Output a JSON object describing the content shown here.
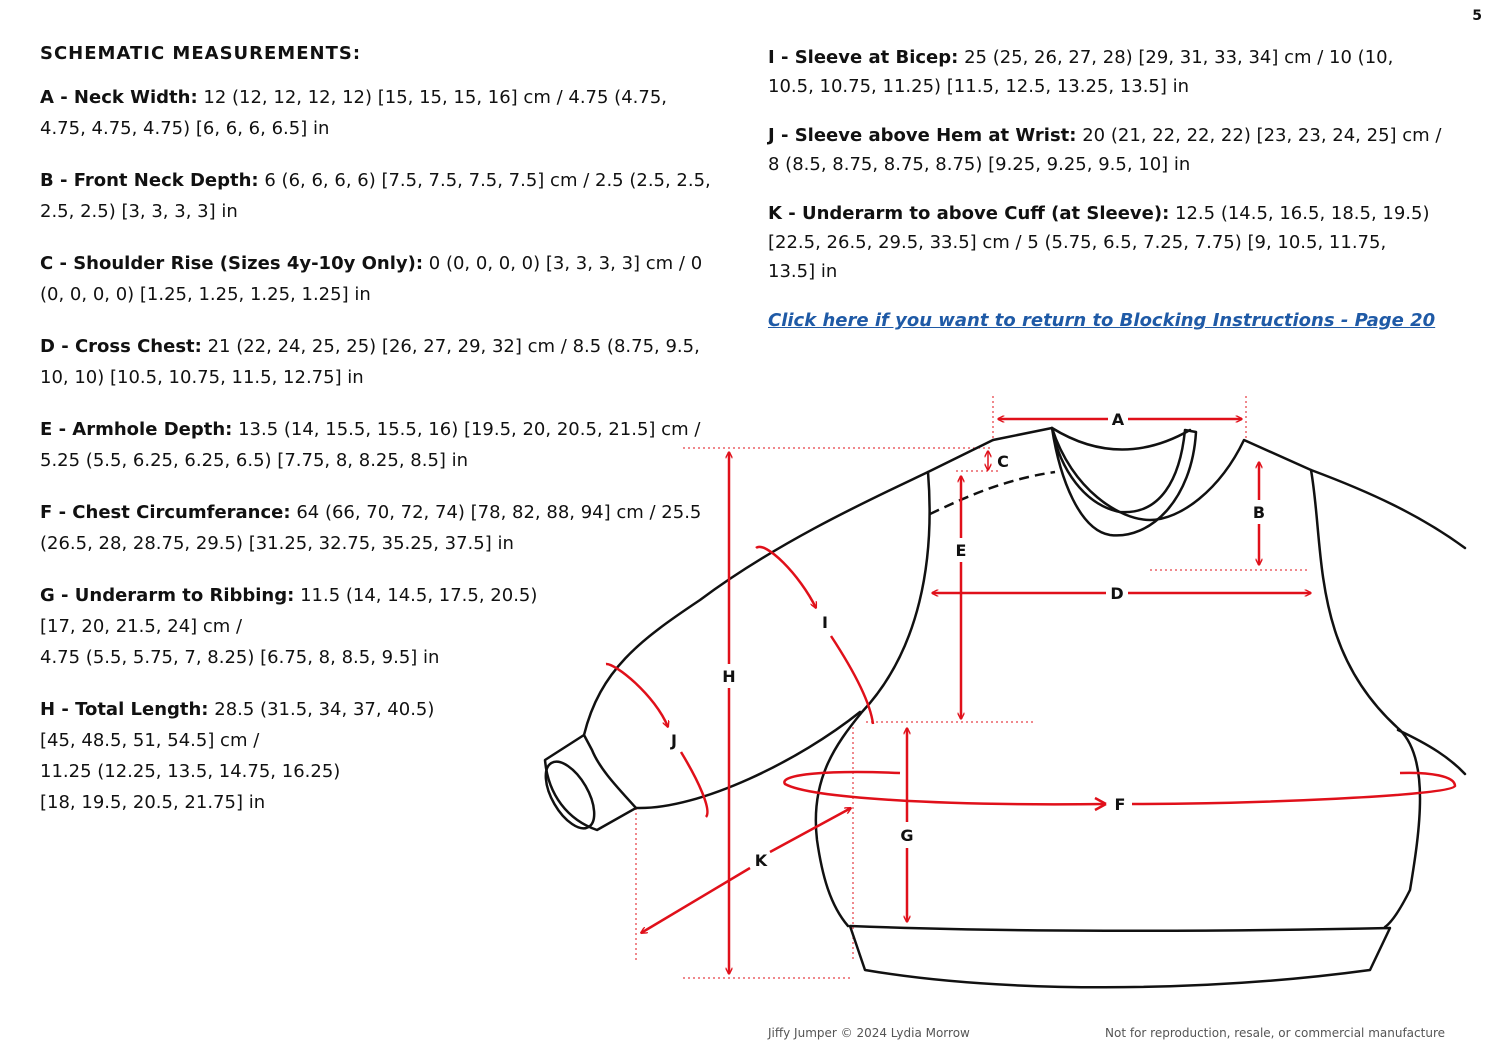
{
  "page_number": "5",
  "heading": "SCHEMATIC MEASUREMENTS:",
  "left_entries": [
    {
      "label": "A - Neck Width:",
      "lines": [
        "12 (12, 12, 12, 12) [15, 15, 15, 16] cm / 4.75 (4.75,",
        "4.75, 4.75, 4.75) [6, 6, 6, 6.5] in"
      ]
    },
    {
      "label": "B - Front Neck Depth:",
      "lines": [
        "6 (6, 6, 6, 6) [7.5, 7.5, 7.5, 7.5] cm / 2.5 (2.5, 2.5,",
        "2.5, 2.5) [3, 3, 3, 3] in"
      ]
    },
    {
      "label": "C - Shoulder Rise (Sizes 4y-10y Only):",
      "lines": [
        "0 (0, 0, 0, 0) [3, 3, 3, 3] cm / 0",
        "(0, 0, 0, 0) [1.25, 1.25, 1.25, 1.25] in"
      ]
    },
    {
      "label": "D - Cross Chest:",
      "lines": [
        "21 (22, 24, 25, 25) [26, 27, 29, 32] cm / 8.5 (8.75, 9.5,",
        "10, 10) [10.5, 10.75, 11.5, 12.75] in"
      ]
    },
    {
      "label": "E - Armhole Depth:",
      "lines": [
        "13.5 (14, 15.5, 15.5, 16) [19.5, 20, 20.5, 21.5] cm /",
        "5.25 (5.5, 6.25, 6.25, 6.5) [7.75, 8, 8.25, 8.5] in"
      ]
    },
    {
      "label": "F - Chest Circumferance:",
      "lines": [
        "64 (66, 70, 72, 74) [78, 82, 88, 94] cm / 25.5",
        "(26.5, 28, 28.75, 29.5) [31.25, 32.75, 35.25, 37.5] in"
      ]
    },
    {
      "label": "G - Underarm to Ribbing:",
      "lines": [
        "11.5 (14, 14.5, 17.5, 20.5)",
        "[17, 20, 21.5, 24] cm /",
        "4.75 (5.5, 5.75, 7, 8.25) [6.75, 8, 8.5, 9.5] in"
      ]
    },
    {
      "label": "H - Total Length:",
      "lines": [
        "28.5 (31.5, 34, 37, 40.5)",
        "[45, 48.5, 51, 54.5] cm /",
        "11.25 (12.25, 13.5, 14.75, 16.25)",
        "[18, 19.5, 20.5, 21.75] in"
      ]
    }
  ],
  "right_entries": [
    {
      "label": "I - Sleeve at Bicep:",
      "lines": [
        "25 (25, 26, 27, 28) [29, 31, 33, 34] cm / 10 (10,",
        "10.5, 10.75, 11.25) [11.5, 12.5, 13.25, 13.5] in"
      ]
    },
    {
      "label": "J - Sleeve above Hem at Wrist:",
      "lines": [
        "20 (21, 22, 22, 22) [23, 23, 24, 25] cm /",
        "8 (8.5, 8.75, 8.75, 8.75) [9.25, 9.25, 9.5, 10] in"
      ]
    },
    {
      "label": "K - Underarm to above Cuff (at Sleeve):",
      "lines": [
        "12.5 (14.5, 16.5, 18.5, 19.5)",
        "[22.5, 26.5, 29.5, 33.5] cm / 5 (5.75, 6.5, 7.25, 7.75) [9, 10.5, 11.75,",
        "13.5] in"
      ]
    }
  ],
  "link_text": "Click here if you want to return to Blocking Instructions - Page 20",
  "schematic_labels": {
    "A": "A",
    "B": "B",
    "C": "C",
    "D": "D",
    "E": "E",
    "F": "F",
    "G": "G",
    "H": "H",
    "I": "I",
    "J": "J",
    "K": "K"
  },
  "footer_left": "Jiffy Jumper © 2024 Lydia Morrow",
  "footer_right": "Not for reproduction, resale, or commercial manufacture",
  "colors": {
    "measure": "#e0101a",
    "outline": "#111111",
    "link": "#1f5aa6"
  }
}
